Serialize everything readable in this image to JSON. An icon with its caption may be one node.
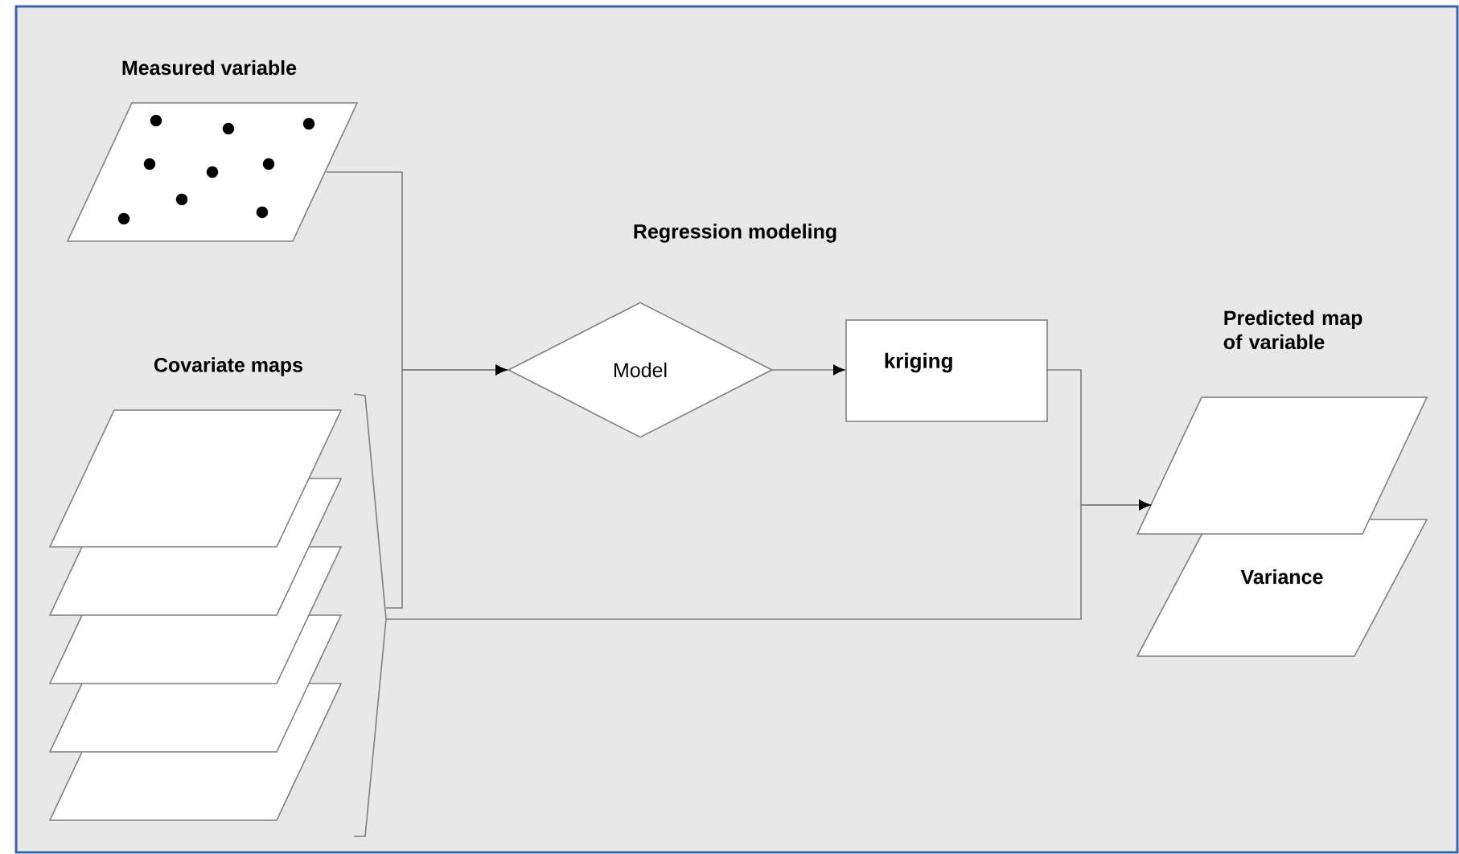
{
  "diagram": {
    "nodes": [
      {
        "text": [
          "Measured variable"
        ]
      },
      {
        "text": [
          "Covariate maps"
        ]
      },
      {
        "text": [
          "Model"
        ]
      },
      {
        "text": [
          "kriging"
        ]
      },
      {
        "text": [
          "Predicted map of variable"
        ]
      },
      {
        "text": [
          "Variance"
        ]
      }
    ],
    "edges": [
      {
        "from": 0,
        "to": 2,
        "arrow": "to"
      },
      {
        "from": 1,
        "to": 2,
        "arrow": "to"
      },
      {
        "from": 2,
        "to": 3,
        "arrow": "to"
      },
      {
        "from": 3,
        "to": 4,
        "arrow": "to"
      },
      {
        "from": 1,
        "to": 4,
        "arrow": "to"
      }
    ],
    "labels": [
      "Regression modeling"
    ]
  }
}
